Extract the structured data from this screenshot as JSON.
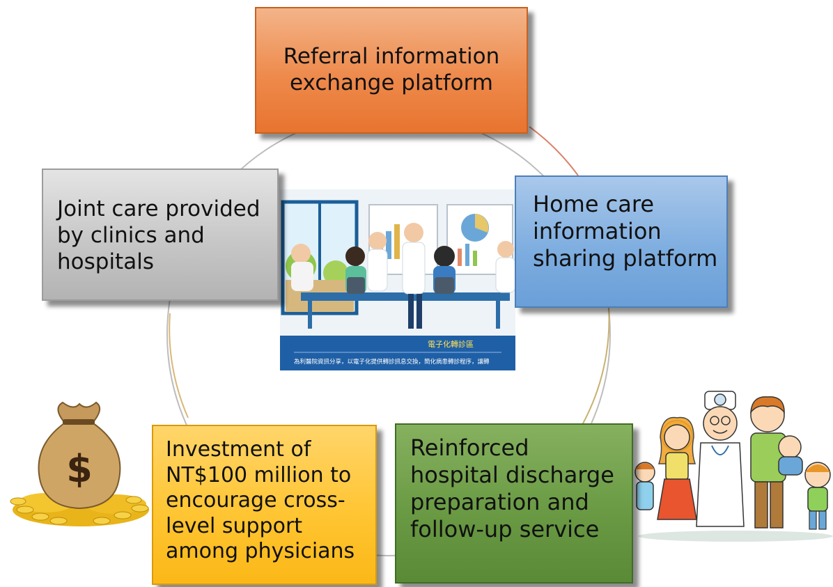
{
  "boxes": {
    "referral": "Referral information\nexchange platform",
    "joint": "Joint care provided\nby clinics and\nhospitals",
    "home": "Home care\ninformation\nsharing platform",
    "investment": "Investment of\nNT$100 million to\nencourage cross-\nlevel support\namong physicians",
    "reinforced": "Reinforced\nhospital discharge\npreparation and\nfollow-up service"
  },
  "meeting_image": {
    "caption_title": "電子化轉診區",
    "caption_text": "為利醫院資訊分享，以電子化提供轉診訊息交換，簡化病患轉診程序，讓轉"
  },
  "moneybag": {
    "symbol": "$"
  },
  "colors": {
    "referral": "#ee8a4c",
    "joint": "#c7c7c7",
    "home": "#7faee0",
    "investment": "#ffc533",
    "reinforced": "#6a9a44"
  }
}
